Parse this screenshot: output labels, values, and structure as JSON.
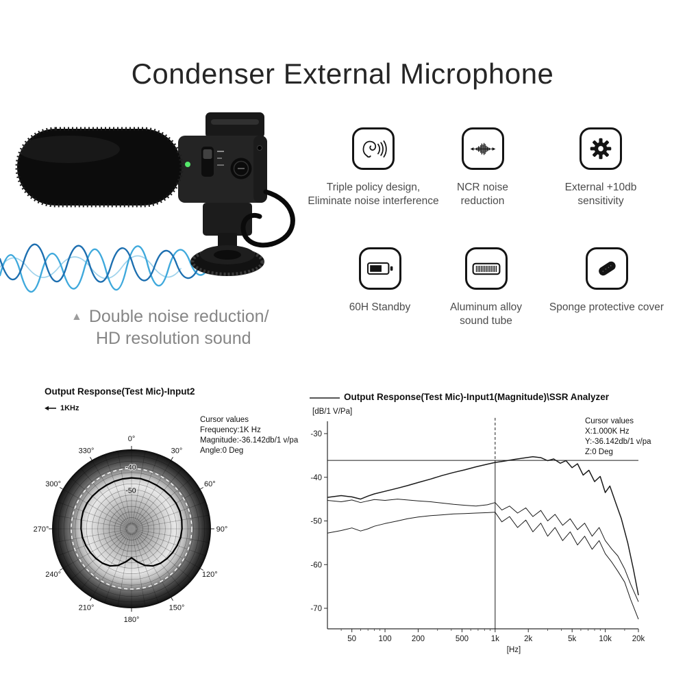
{
  "title": "Condenser External Microphone",
  "hero": {
    "triangle": "▲",
    "caption_line1": "Double noise reduction/",
    "caption_line2": "HD resolution sound"
  },
  "features": [
    {
      "icon": "ear-icon",
      "line1": "Triple policy design,",
      "line2": "Eliminate noise interference"
    },
    {
      "icon": "noise-reduction-icon",
      "line1": "NCR noise",
      "line2": "reduction"
    },
    {
      "icon": "gear-icon",
      "line1": "External +10db",
      "line2": "sensitivity"
    },
    {
      "icon": "battery-icon",
      "line1": "60H Standby",
      "line2": ""
    },
    {
      "icon": "sound-tube-icon",
      "line1": "Aluminum alloy",
      "line2": "sound tube"
    },
    {
      "icon": "sponge-icon",
      "line1": "Sponge protective cover",
      "line2": ""
    }
  ],
  "polar_chart": {
    "title": "Output Response(Test Mic)-Input2",
    "legend": "1KHz",
    "angle_labels": [
      "0°",
      "30°",
      "60°",
      "90°",
      "120°",
      "150°",
      "180°",
      "210°",
      "240°",
      "270°",
      "300°",
      "330°"
    ],
    "radial_labels": [
      "-40",
      "-50"
    ],
    "cursor": {
      "heading": "Cursor values",
      "l1": "Frequency:1K Hz",
      "l2": "Magnitude:-36.142db/1 v/pa",
      "l3": "Angle:0 Deg"
    }
  },
  "freq_chart": {
    "title": "Output Response(Test Mic)-Input1(Magnitude)\\SSR Analyzer",
    "y_unit": "[dB/1 V/Pa]",
    "x_unit": "[Hz]",
    "y_ticks": [
      "-30",
      "-40",
      "-50",
      "-60",
      "-70"
    ],
    "x_ticks": [
      "50",
      "100",
      "200",
      "500",
      "1k",
      "2k",
      "5k",
      "10k",
      "20k"
    ],
    "cursor": {
      "heading": "Cursor values",
      "l1": "X:1.000K Hz",
      "l2": "Y:-36.142db/1 v/pa",
      "l3": "Z:0 Deg"
    }
  },
  "chart_data": [
    {
      "type": "polar",
      "title": "Output Response(Test Mic)-Input2",
      "r_axis": {
        "center_db": -65,
        "edge_db": -31,
        "ticks_db": [
          -40,
          -50
        ]
      },
      "dashed_ring_db": -39,
      "angle_ticks_deg": [
        0,
        30,
        60,
        90,
        120,
        150,
        180,
        210,
        240,
        270,
        300,
        330
      ],
      "cursor": {
        "frequency": "1K Hz",
        "magnitude_db": -36.142,
        "angle_deg": 0
      },
      "series": [
        {
          "name": "1KHz",
          "angles_deg": [
            0,
            10,
            20,
            30,
            40,
            50,
            60,
            70,
            80,
            90,
            100,
            110,
            120,
            130,
            140,
            150,
            160,
            170,
            180,
            190,
            200,
            210,
            220,
            230,
            240,
            250,
            260,
            270,
            280,
            290,
            300,
            310,
            320,
            330,
            340,
            350
          ],
          "magnitude_db": [
            -43.0,
            -43.0,
            -43.2,
            -43.3,
            -43.2,
            -43.0,
            -42.8,
            -42.8,
            -43.0,
            -43.2,
            -43.5,
            -44.0,
            -44.5,
            -45.0,
            -45.6,
            -46.5,
            -48.2,
            -50.5,
            -52.5,
            -50.5,
            -48.2,
            -46.5,
            -45.6,
            -45.0,
            -44.5,
            -44.0,
            -43.5,
            -43.2,
            -43.0,
            -42.8,
            -42.8,
            -43.0,
            -43.2,
            -43.3,
            -43.2,
            -43.1
          ]
        }
      ]
    },
    {
      "type": "line",
      "title": "Output Response(Test Mic)-Input1(Magnitude)\\SSR Analyzer",
      "x_scale": "log",
      "x_range_hz": [
        30,
        20000
      ],
      "x_ticks_hz": [
        50,
        100,
        200,
        500,
        1000,
        2000,
        5000,
        10000,
        20000
      ],
      "x_minor_ticks_hz": [
        40,
        60,
        70,
        80,
        90,
        300,
        400,
        600,
        700,
        800,
        900,
        3000,
        4000,
        6000,
        7000,
        8000,
        9000,
        15000
      ],
      "ylim_db": [
        -75,
        -27
      ],
      "y_ticks_db": [
        -30,
        -40,
        -50,
        -60,
        -70
      ],
      "cursor": {
        "x_hz": 1000,
        "y_db": -36.142
      },
      "series": [
        {
          "name": "trace-1",
          "x_hz": [
            30,
            40,
            50,
            60,
            70,
            80,
            100,
            130,
            160,
            200,
            260,
            330,
            420,
            530,
            670,
            850,
            1000,
            1200,
            1500,
            1800,
            2200,
            2600,
            3000,
            3400,
            3900,
            4400,
            5000,
            5600,
            6300,
            7100,
            8000,
            9000,
            10000,
            11000,
            12500,
            14000,
            16000,
            18000,
            20000
          ],
          "y_db": [
            -44.6,
            -44.2,
            -44.5,
            -45.0,
            -44.3,
            -43.8,
            -43.2,
            -42.5,
            -41.9,
            -41.2,
            -40.4,
            -39.6,
            -38.9,
            -38.3,
            -37.6,
            -37.0,
            -36.6,
            -36.3,
            -35.9,
            -35.6,
            -35.3,
            -35.5,
            -36.2,
            -35.8,
            -36.8,
            -36.2,
            -37.8,
            -36.9,
            -39.5,
            -38.4,
            -41.0,
            -39.8,
            -43.5,
            -42.0,
            -46.0,
            -49.5,
            -55.0,
            -61.0,
            -67.0
          ]
        },
        {
          "name": "trace-2",
          "x_hz": [
            30,
            40,
            50,
            60,
            70,
            80,
            100,
            130,
            160,
            200,
            260,
            330,
            420,
            530,
            670,
            850,
            1000,
            1150,
            1350,
            1600,
            1900,
            2200,
            2600,
            3000,
            3500,
            4100,
            4800,
            5600,
            6500,
            7600,
            8800,
            10000,
            11500,
            13000,
            15000,
            17000,
            20000
          ],
          "y_db": [
            -45.3,
            -45.6,
            -45.2,
            -45.8,
            -45.4,
            -45.1,
            -45.3,
            -45.0,
            -45.2,
            -45.4,
            -45.6,
            -45.9,
            -46.2,
            -46.4,
            -46.6,
            -46.3,
            -45.8,
            -47.5,
            -46.6,
            -48.2,
            -47.0,
            -49.0,
            -47.6,
            -50.0,
            -48.5,
            -51.0,
            -49.5,
            -52.0,
            -50.5,
            -53.5,
            -51.5,
            -54.5,
            -56.5,
            -58.0,
            -61.0,
            -64.5,
            -68.5
          ]
        },
        {
          "name": "trace-3",
          "x_hz": [
            30,
            40,
            50,
            60,
            70,
            80,
            100,
            130,
            160,
            200,
            260,
            330,
            420,
            530,
            670,
            850,
            1000,
            1150,
            1350,
            1600,
            1900,
            2200,
            2600,
            3000,
            3500,
            4100,
            4800,
            5600,
            6500,
            7600,
            8800,
            10000,
            11500,
            13000,
            15000,
            17000,
            20000
          ],
          "y_db": [
            -52.8,
            -52.2,
            -51.6,
            -52.3,
            -51.8,
            -51.2,
            -50.6,
            -50.0,
            -49.5,
            -49.1,
            -48.8,
            -48.6,
            -48.4,
            -48.3,
            -48.2,
            -48.1,
            -48.0,
            -50.2,
            -49.0,
            -51.5,
            -49.8,
            -52.5,
            -50.5,
            -53.5,
            -51.5,
            -54.5,
            -52.5,
            -55.5,
            -53.5,
            -56.5,
            -54.5,
            -57.5,
            -59.5,
            -61.5,
            -64.0,
            -68.0,
            -72.5
          ]
        }
      ]
    }
  ]
}
